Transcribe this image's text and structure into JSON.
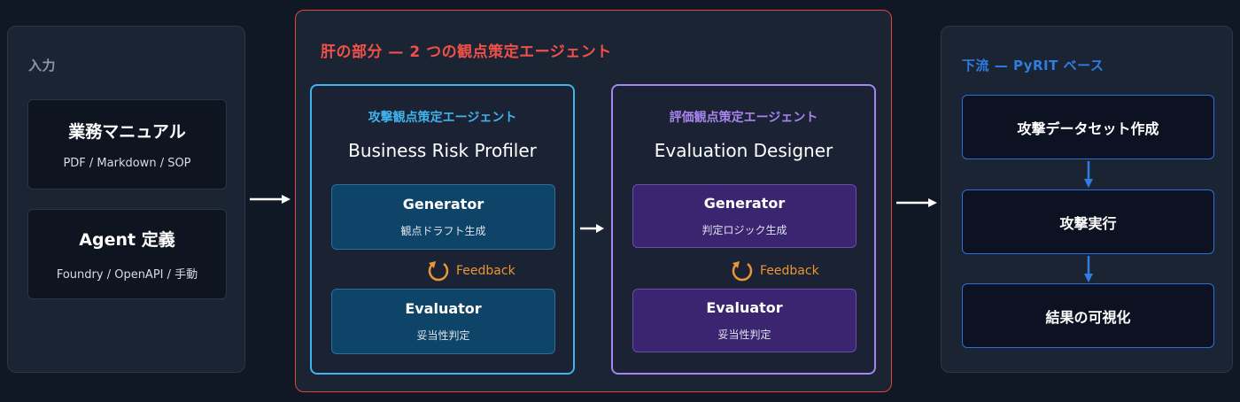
{
  "colors": {
    "background": "#101725",
    "core_border": "#e0443a",
    "core_title": "#f0504a",
    "attack_accent": "#3fb4ef",
    "eval_accent": "#a785ee",
    "feedback": "#e99636",
    "downstream_accent": "#2f7de3"
  },
  "input": {
    "title": "入力",
    "cards": [
      {
        "title": "業務マニュアル",
        "subtitle": "PDF / Markdown / SOP"
      },
      {
        "title": "Agent 定義",
        "subtitle": "Foundry / OpenAPI / 手動"
      }
    ]
  },
  "core": {
    "title": "肝の部分 — 2 つの観点策定エージェント",
    "attack_agent": {
      "label": "攻撃観点策定エージェント",
      "name": "Business Risk Profiler",
      "generator": {
        "title": "Generator",
        "subtitle": "観点ドラフト生成"
      },
      "feedback": "Feedback",
      "evaluator": {
        "title": "Evaluator",
        "subtitle": "妥当性判定"
      }
    },
    "eval_agent": {
      "label": "評価観点策定エージェント",
      "name": "Evaluation Designer",
      "generator": {
        "title": "Generator",
        "subtitle": "判定ロジック生成"
      },
      "feedback": "Feedback",
      "evaluator": {
        "title": "Evaluator",
        "subtitle": "妥当性判定"
      }
    }
  },
  "downstream": {
    "title": "下流 — PyRIT ベース",
    "steps": [
      "攻撃データセット作成",
      "攻撃実行",
      "結果の可視化"
    ]
  },
  "icons": [
    "arrow-right-icon",
    "arrow-down-icon",
    "refresh-cycle-icon"
  ]
}
